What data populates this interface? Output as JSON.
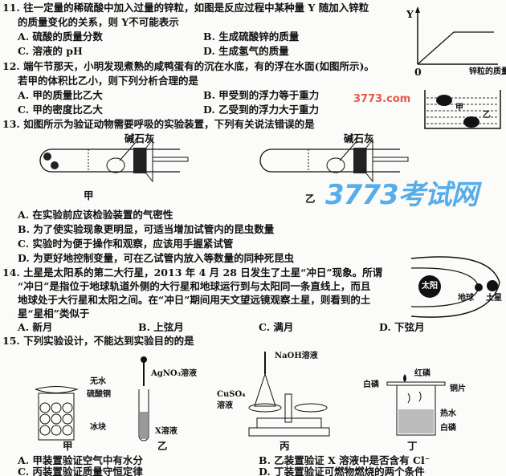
{
  "q11": {
    "stem1": "11. 往一定量的稀硫酸中加入过量的锌粒，如图是反应过程中某种量 Y 随加入锌粒",
    "stem2": "的质量变化的关系，则 Y不可能表示",
    "A": "A. 硫酸的质量分数",
    "B": "B. 生成硫酸锌的质量",
    "C": "C. 溶液的 pH",
    "D": "D. 生成氢气的质量",
    "graph": {
      "y_label": "Y",
      "origin": "0",
      "x_label": "锌粒的质量"
    }
  },
  "q12": {
    "stem1": "12. 端午节那天，小明发现煮熟的咸鸭蛋有的沉在水底，有的浮在水面(如图所示)。",
    "stem2": "若甲的体积比乙小，则下列分析合理的是",
    "A": "A. 甲的质量比乙大",
    "B": "B. 甲受到的浮力等于重力",
    "C": "C. 甲的密度比乙大",
    "D": "D. 乙受到的浮力大于重力",
    "fig": {
      "jia": "甲",
      "yi": "乙"
    }
  },
  "q13": {
    "stem": "13. 如图所示为验证动物需要呼吸的实验装置，下列有关说法错误的是",
    "fig": {
      "label": "碱石灰",
      "jia": "甲",
      "yi": "乙"
    },
    "A": "A. 在实验前应该检验装置的气密性",
    "B": "B. 为了使实验现象更明显，可适当增加试管内的昆虫数量",
    "C": "C. 实验时为便于操作和观察，应该用手握紧试管",
    "D": "D. 为更好地控制变量，可在乙试管内放入等数量的同种死昆虫"
  },
  "q14": {
    "stem1": "14. 土星是太阳系的第二大行星，2013 年 4 月 28 日发生了土星“冲日”现象。所谓",
    "stem2": "“冲日”是指位于地球轨道外侧的大行星和地球运行到与太阳同一条直线上，而且",
    "stem3": "地球处于大行星和太阳之间。在“冲日”期间用天文望远镜观察土星，则看到的土",
    "stem4": "星“星相”类似于",
    "A": "A. 新月",
    "B": "B. 上弦月",
    "C": "C. 满月",
    "D": "D. 下弦月",
    "fig": {
      "sun": "太阳",
      "earth": "地球",
      "saturn": "土星"
    }
  },
  "q15": {
    "stem": "15. 下列实验设计，不能达到实验目的的是",
    "fig": {
      "jia_label1": "无水",
      "jia_label2": "硫酸铜",
      "ice": "冰块",
      "agno3": "AgNO₃溶液",
      "x": "X溶液",
      "naoh": "NaOH溶液",
      "cuso4_1": "CuSO₄",
      "cuso4_2": "溶液",
      "red_p": "红磷",
      "white_p": "白磷",
      "copper": "铜片",
      "hot_water": "热水",
      "white_p2": "白磷",
      "jia": "甲",
      "yi": "乙",
      "bing": "丙",
      "ding": "丁"
    },
    "A": "A. 甲装置验证空气中有水分",
    "B": "B. 乙装置验证 X 溶液中是否含有 Cl⁻",
    "C": "C. 丙装置验证质量守恒定律",
    "D": "D. 丁装置验证可燃物燃烧的两个条件"
  },
  "watermark": {
    "text": "3773考试网",
    "sub": "3773.com"
  }
}
